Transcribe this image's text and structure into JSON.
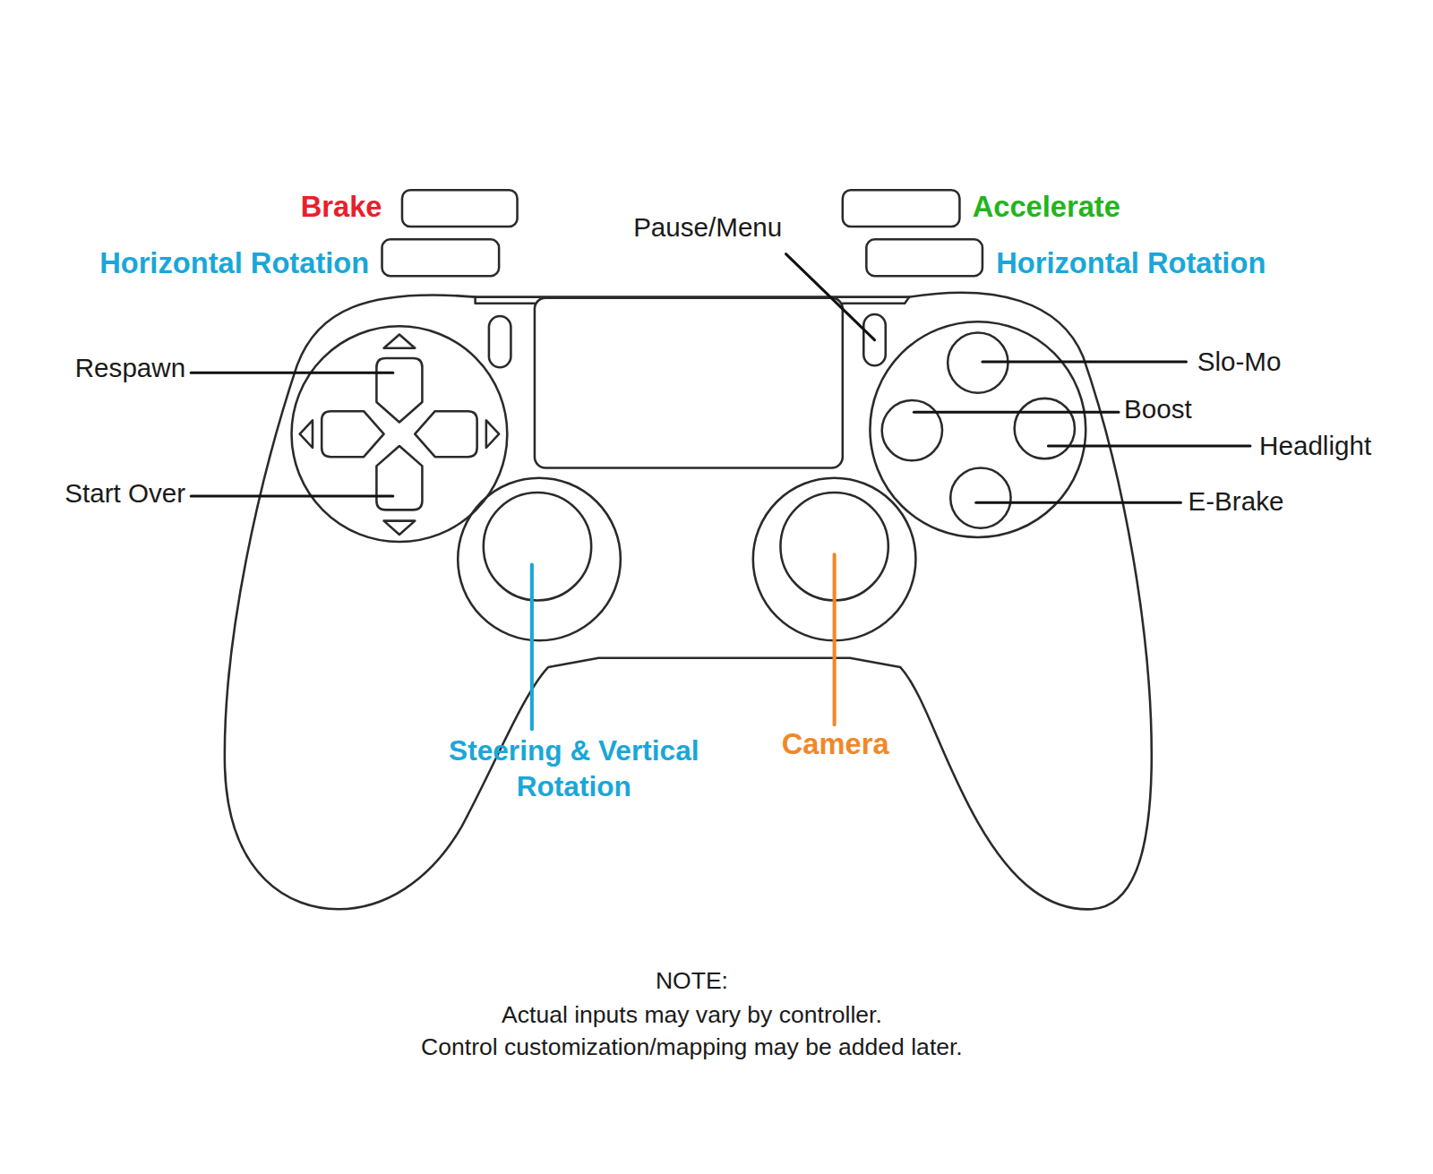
{
  "diagram": {
    "labels": [
      "Brake",
      "Horizontal Rotation",
      "Pause/Menu",
      "Accelerate",
      "Horizontal Rotation",
      "Respawn",
      "Start Over",
      "Slo-Mo",
      "Boost",
      "Headlight",
      "E-Brake",
      "Steering & Vertical Rotation",
      "Camera",
      "NOTE:",
      "Actual inputs may vary by controller.",
      "Control customization/mapping may be added later."
    ]
  }
}
